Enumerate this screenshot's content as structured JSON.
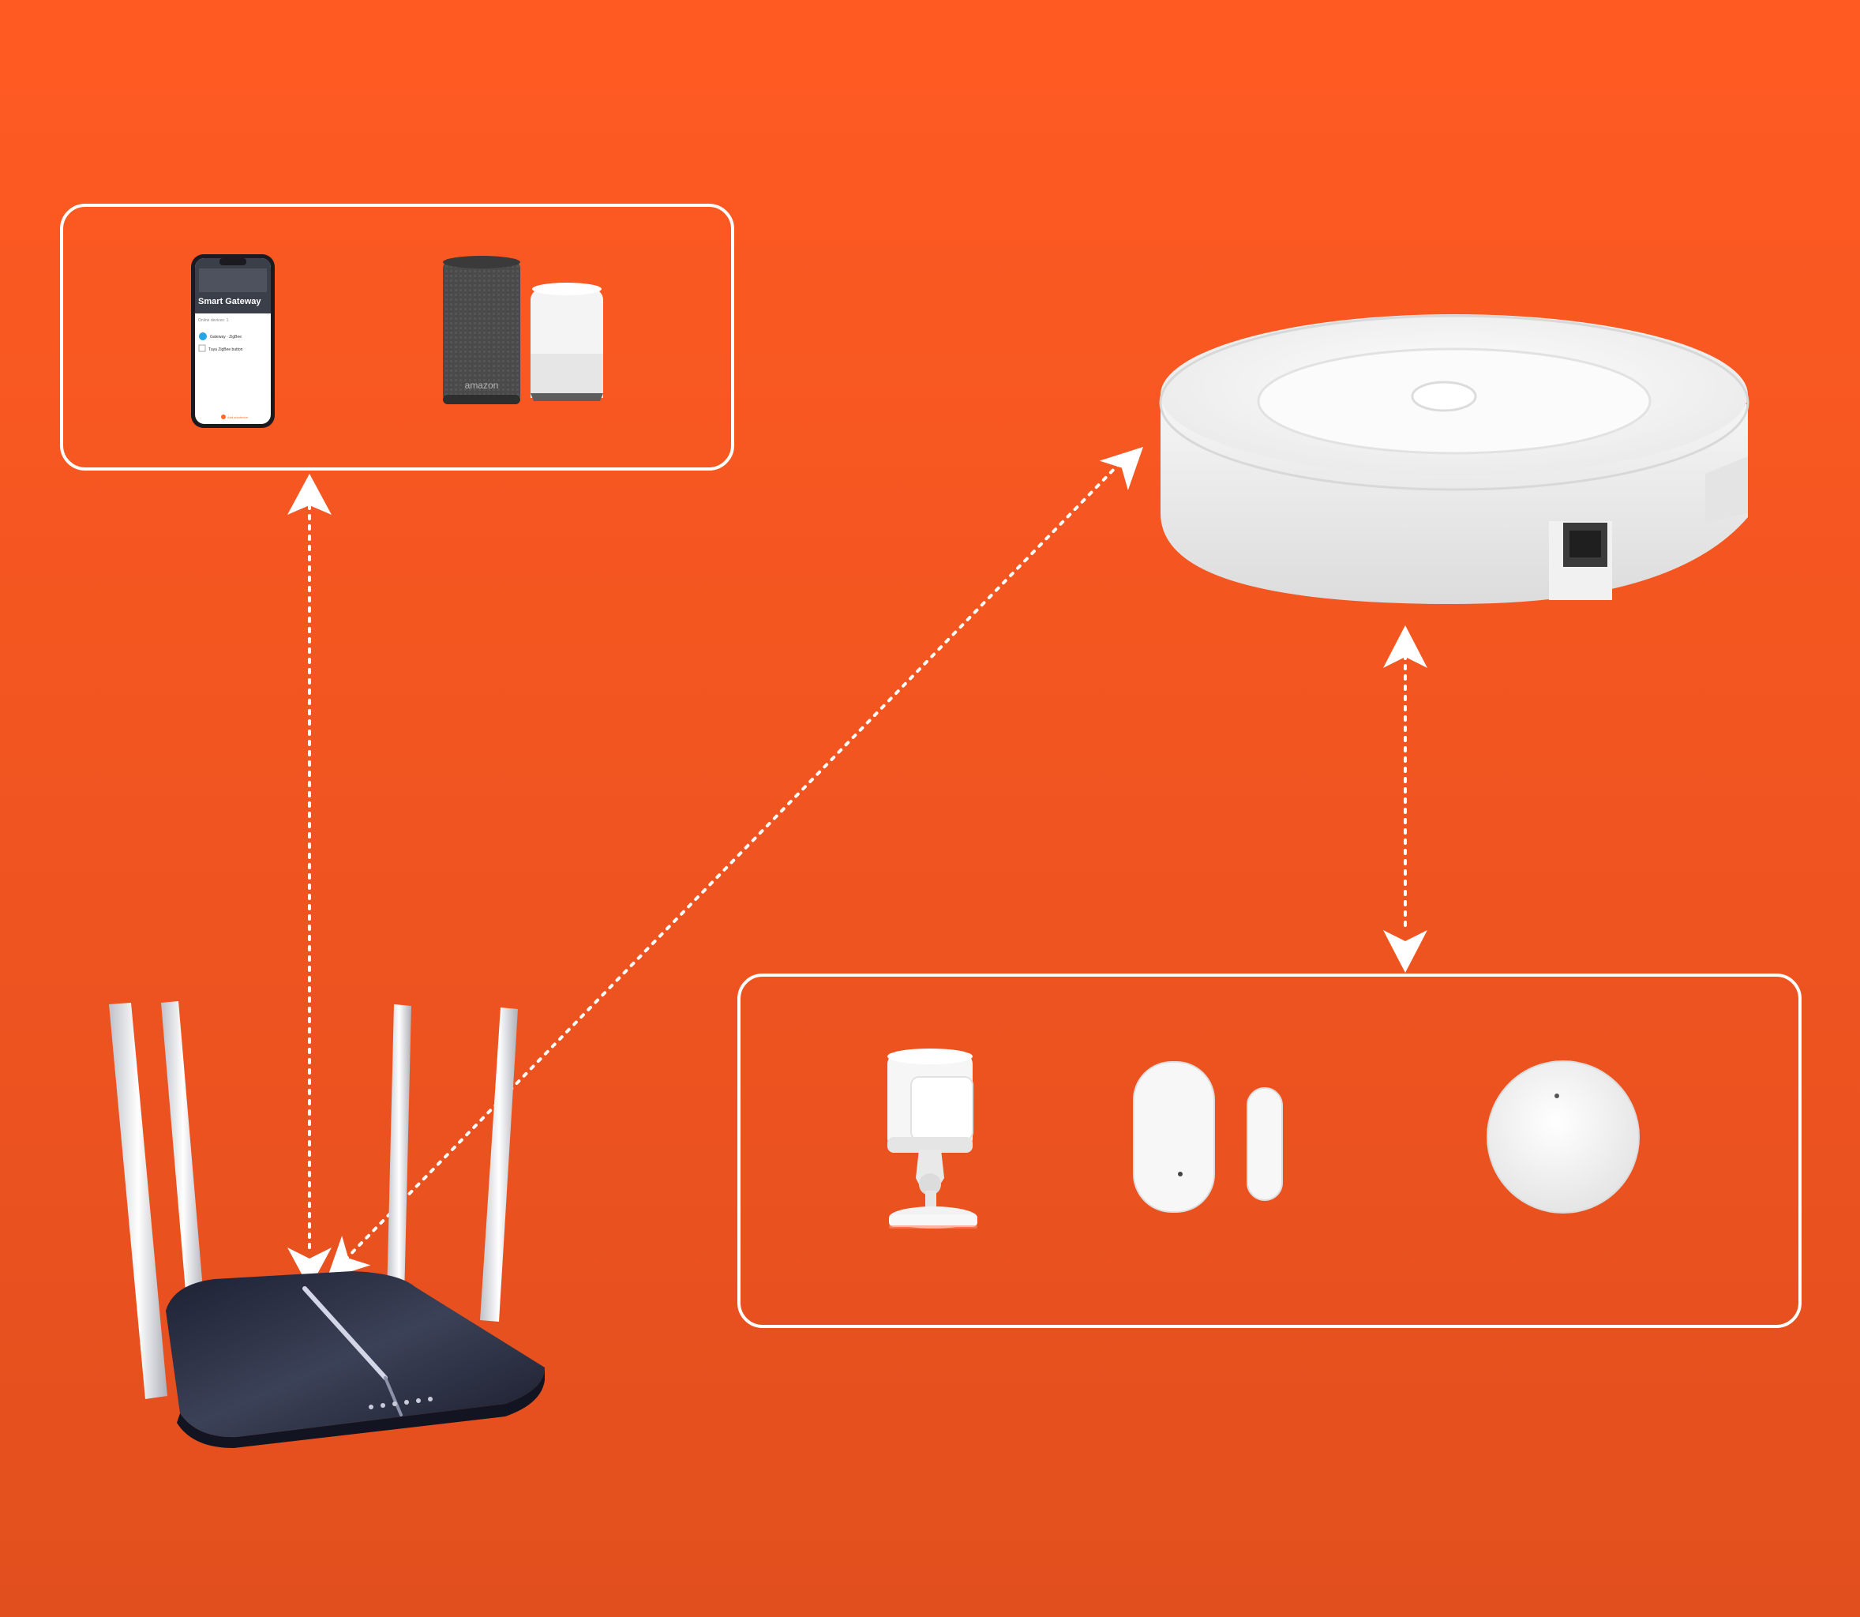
{
  "colors": {
    "background_top": "#ff5a22",
    "background_bottom": "#e24f1e",
    "line": "#ffffff",
    "device_white": "#f4f4f4",
    "router_body": "#272b3e"
  },
  "phone": {
    "app_title": "Smart Gateway",
    "section_label": "Online devices: 1",
    "device_row": "Gateway · ZigBee",
    "device_row_2": "Tuya ZigBee button",
    "button_label": "Add subdevice"
  },
  "speaker": {
    "brand": "amazon"
  },
  "icons": [
    "smartphone-icon",
    "smart-speaker-icon",
    "google-home-icon",
    "gateway-hub-icon",
    "wifi-router-icon",
    "motion-sensor-icon",
    "door-sensor-icon",
    "round-button-icon",
    "arrow-icon"
  ]
}
